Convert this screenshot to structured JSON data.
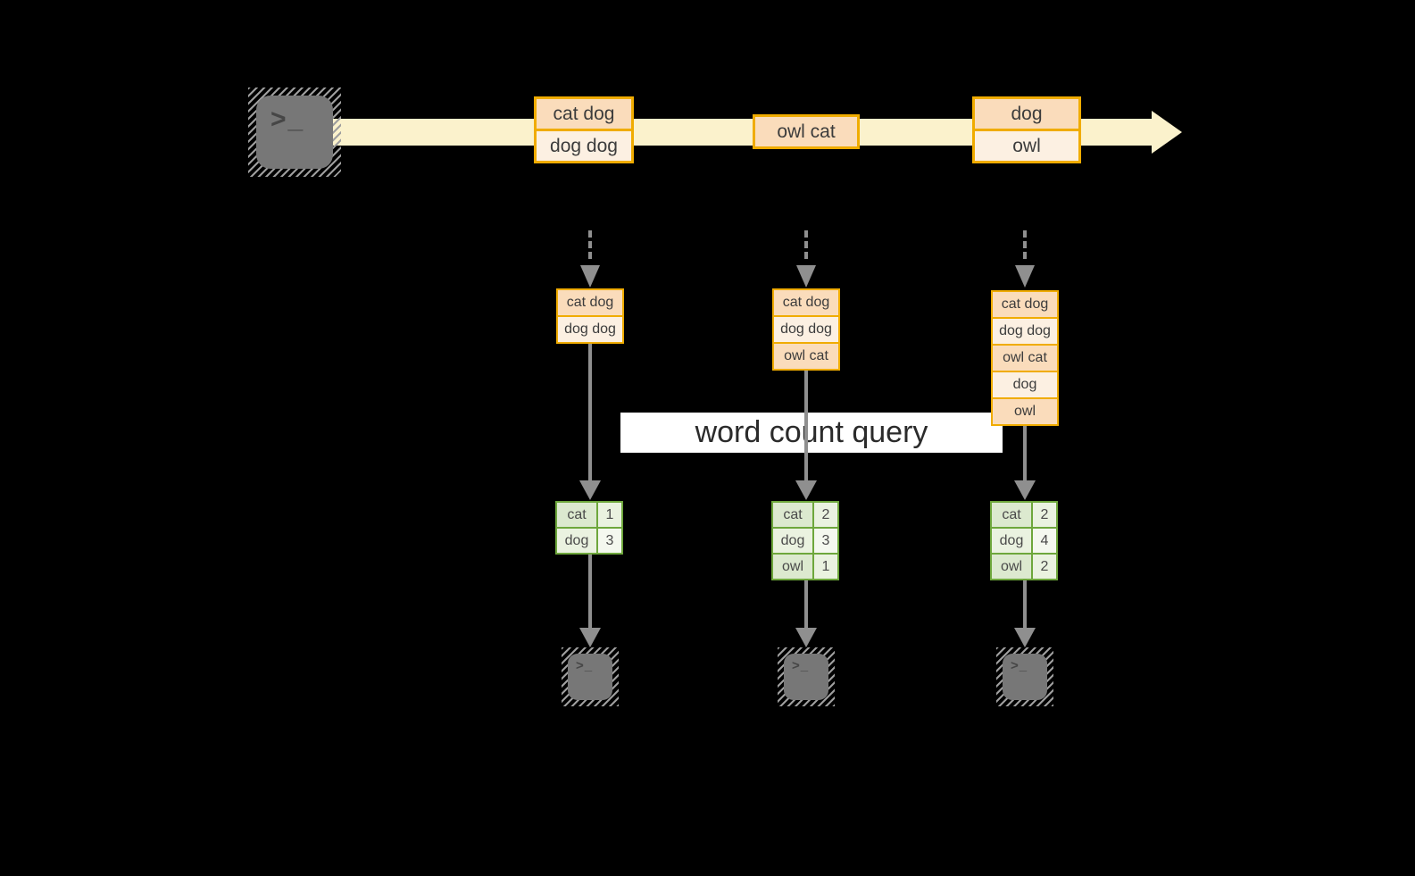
{
  "diagram": {
    "query_label": "word count query",
    "terminal_glyph": ">_",
    "colors": {
      "background": "#000000",
      "stream_band": "#FBF2CC",
      "accent_gold": "#F0AC00",
      "row_peach": "#FADCBB",
      "row_cream": "#FCF0E2",
      "green_border": "#6EA73C",
      "green_cell_dark": "#DCE9CF",
      "green_cell_light": "#EAF2E0",
      "green_cell_lightest": "#F4F8EF",
      "arrow_gray": "#8F8F8F",
      "terminal_gray": "#777777"
    },
    "stream_events": [
      {
        "rows": [
          "cat dog",
          "dog dog"
        ]
      },
      {
        "rows": [
          "owl cat"
        ]
      },
      {
        "rows": [
          "dog",
          "owl"
        ]
      }
    ],
    "pipelines": [
      {
        "state_rows": [
          "cat dog",
          "dog dog"
        ],
        "counts": [
          {
            "word": "cat",
            "count": "1"
          },
          {
            "word": "dog",
            "count": "3"
          }
        ]
      },
      {
        "state_rows": [
          "cat dog",
          "dog dog",
          "owl cat"
        ],
        "counts": [
          {
            "word": "cat",
            "count": "2"
          },
          {
            "word": "dog",
            "count": "3"
          },
          {
            "word": "owl",
            "count": "1"
          }
        ]
      },
      {
        "state_rows": [
          "cat dog",
          "dog dog",
          "owl cat",
          "dog",
          "owl"
        ],
        "counts": [
          {
            "word": "cat",
            "count": "2"
          },
          {
            "word": "dog",
            "count": "4"
          },
          {
            "word": "owl",
            "count": "2"
          }
        ]
      }
    ]
  }
}
